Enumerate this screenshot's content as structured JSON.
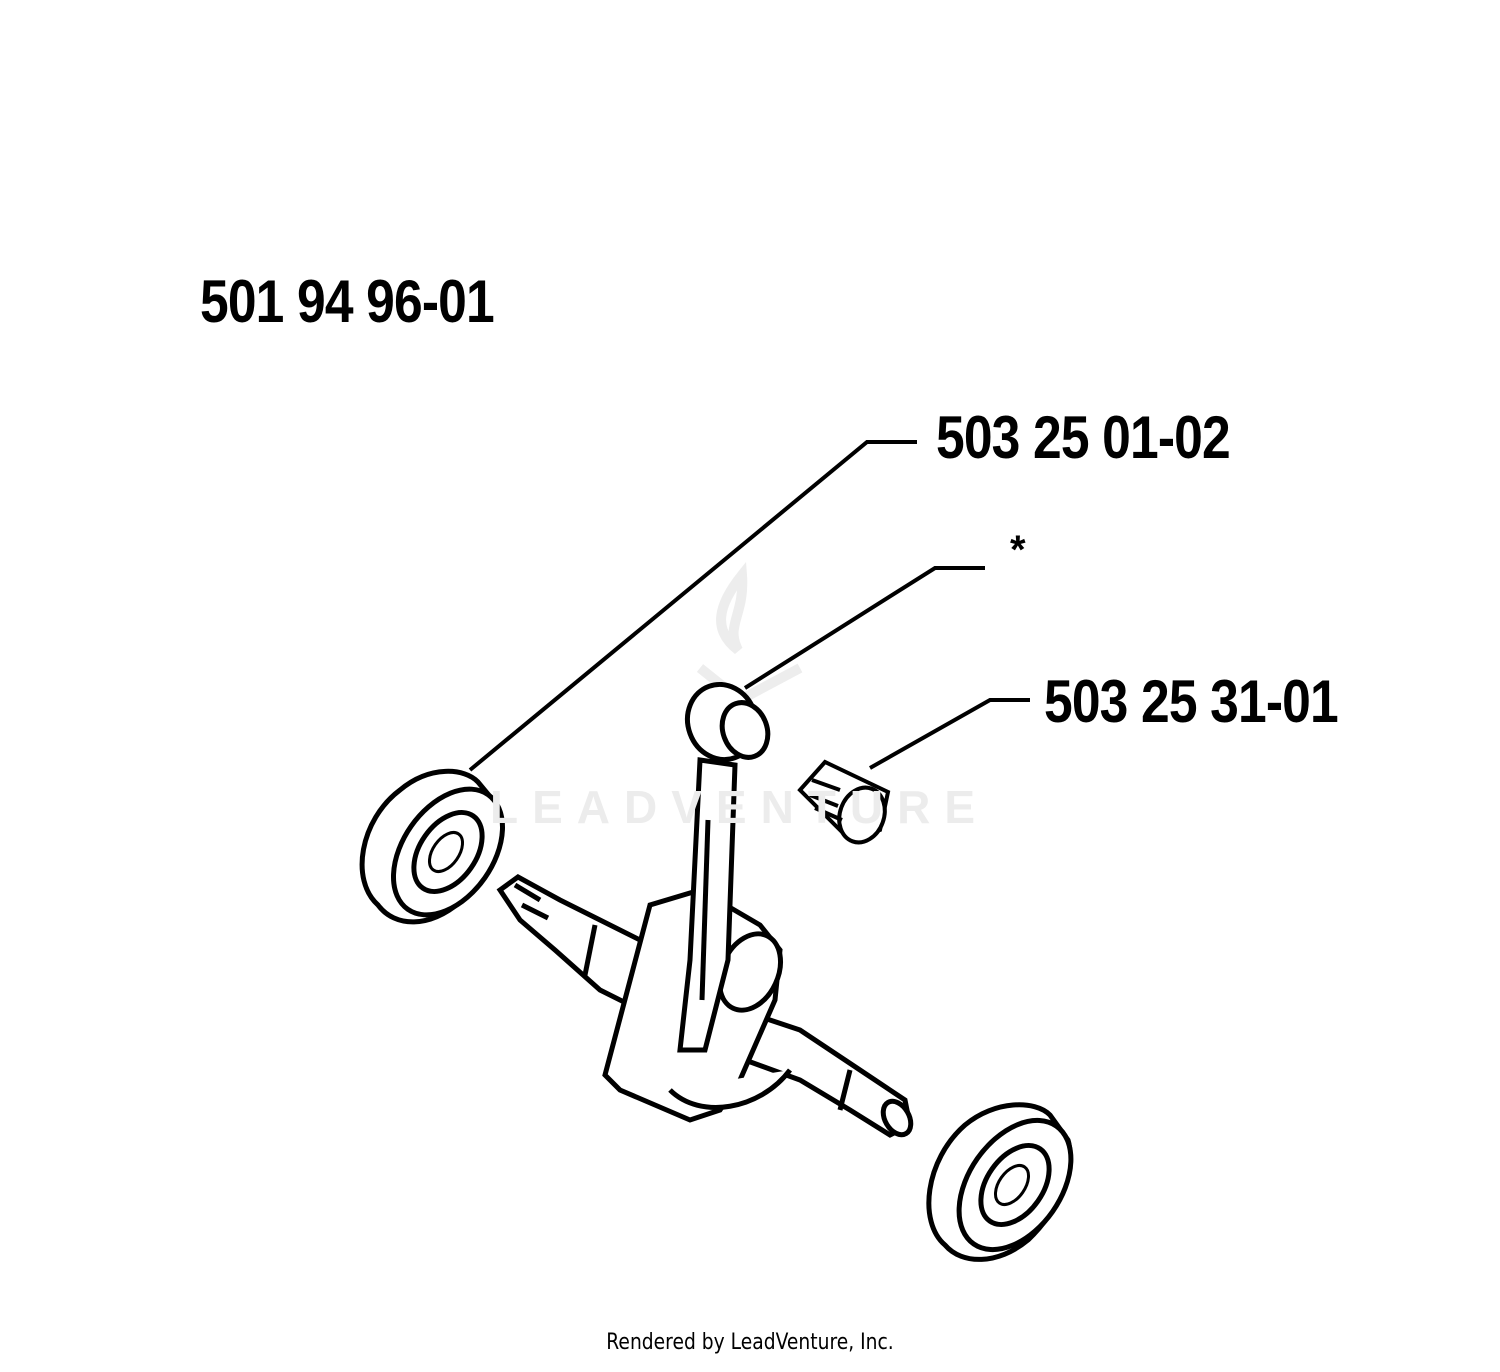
{
  "diagram": {
    "labels": {
      "assembly_part_number": "501 94 96-01",
      "bearing_part_number": "503 25 01-02",
      "connecting_rod_note": "*",
      "needle_bearing_part_number": "503 25 31-01"
    },
    "watermark": "LEADVENTURE",
    "footer": "Rendered by LeadVenture, Inc."
  }
}
